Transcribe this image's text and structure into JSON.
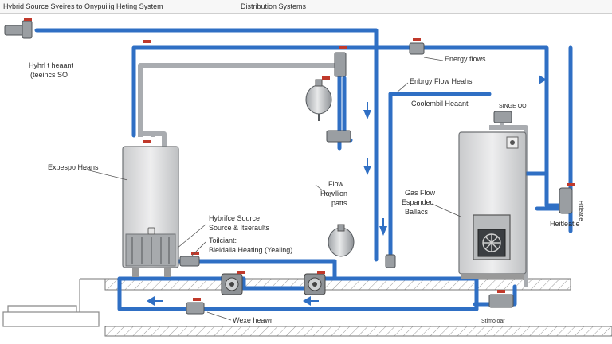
{
  "header": {
    "title_left": "Hybrid Source Syeires to Onypuiiig Heting System",
    "title_center": "Distribution Systems"
  },
  "labels": {
    "hybrid_heat": "Hyhrl t heaant",
    "hybrid_heat_sub": "(teeincs SO",
    "energy_flows": "Energy flows",
    "energy_flow_heats": "Enbrgy Flow Heahs",
    "coolembil_heant": "Coolembil Heaant",
    "small_tag": "SINGE OO",
    "expespo_heans": "Expespo Heans",
    "flow": "Flow",
    "flow_heatlion": "Howllion",
    "flow_paths": "patts",
    "gas_flow": "Gas Flow",
    "gas_espanded": "Espanded",
    "gas_balacs": "Ballacs",
    "heatleatle": "Heitleatle",
    "side_tag": "Hitleatle",
    "hybrid_source": "Hybrifce Source",
    "hybrid_source_sub": "Source & Itseraults",
    "toiltiant": "Toilciant:",
    "bleidalia": "Bleidalia Heating (Yealing)",
    "wexe_heawr": "Wexe heawr",
    "bottom_tag": "Stimoloar"
  },
  "colors": {
    "pipe_blue": "#2f6fc4",
    "pipe_gray": "#b9bcc0",
    "boiler_body": "#d9dadc",
    "accent_red": "#c0392b"
  }
}
